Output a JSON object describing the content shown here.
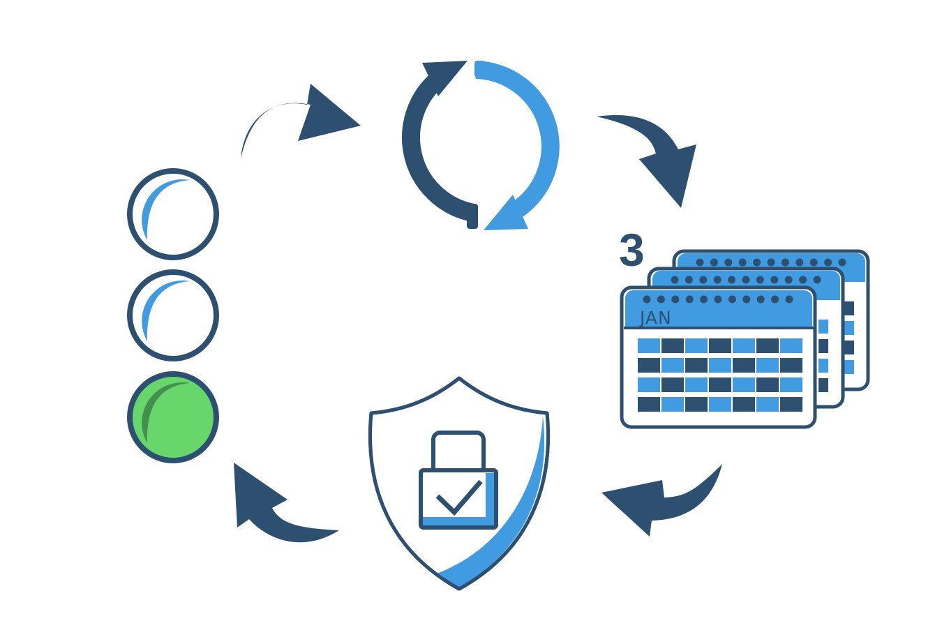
{
  "calendar": {
    "count_label": "3",
    "month_label": "JAN"
  },
  "colors": {
    "navy": "#2d4f70",
    "blue": "#419be0",
    "green_light": "#67d66b",
    "green_dark": "#448f4c",
    "white": "#ffffff"
  },
  "icons": [
    "refresh-cycle-icon",
    "calendar-stack-icon",
    "shield-lock-check-icon",
    "status-circles-icon",
    "curved-arrow-icon"
  ],
  "status_circles": [
    {
      "state": "partial",
      "fill": "blue"
    },
    {
      "state": "partial",
      "fill": "blue"
    },
    {
      "state": "complete",
      "fill": "green"
    }
  ]
}
